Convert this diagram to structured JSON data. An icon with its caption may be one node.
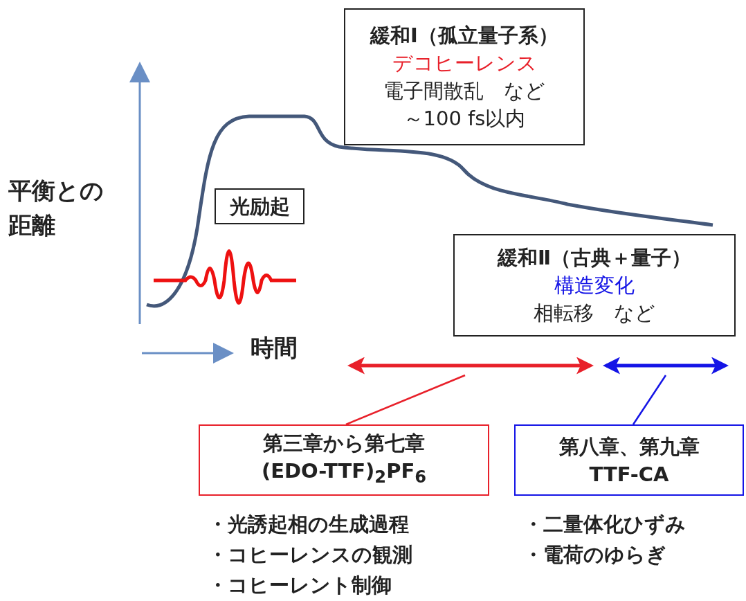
{
  "diagram": {
    "nodes": [
      {
        "text": [
          "緩和Ⅰ（孤立量子系）",
          "デコヒーレンス",
          "電子間散乱　など",
          "～100 fs以内"
        ]
      },
      {
        "text": [
          "光励起"
        ]
      },
      {
        "text": [
          "緩和Ⅱ（古典＋量子）",
          "構造変化",
          "相転移　など"
        ]
      },
      {
        "text": [],
        "shape": "arrow"
      },
      {
        "text": [],
        "shape": "arrow"
      },
      {
        "text": [
          "第三章から第七章",
          "(EDO-TTF)$_{2}$PF$_{6}$"
        ],
        "beside": [
          "・光誘起相の生成過程",
          "・コヒーレンスの観測",
          "・コヒーレント制御"
        ]
      },
      {
        "text": [
          "第八章、第九章",
          "TTF-CA"
        ],
        "beside": [
          "・二量体化ひずみ",
          "・電荷のゆらぎ"
        ]
      }
    ],
    "edges": [
      {
        "from": 5,
        "to": 3,
        "arrow": "none",
        "color": "#e8202a"
      },
      {
        "from": 6,
        "to": 4,
        "arrow": "none",
        "color": "#1414e6"
      }
    ],
    "labels": [
      "平衡との距離",
      "時間"
    ]
  }
}
